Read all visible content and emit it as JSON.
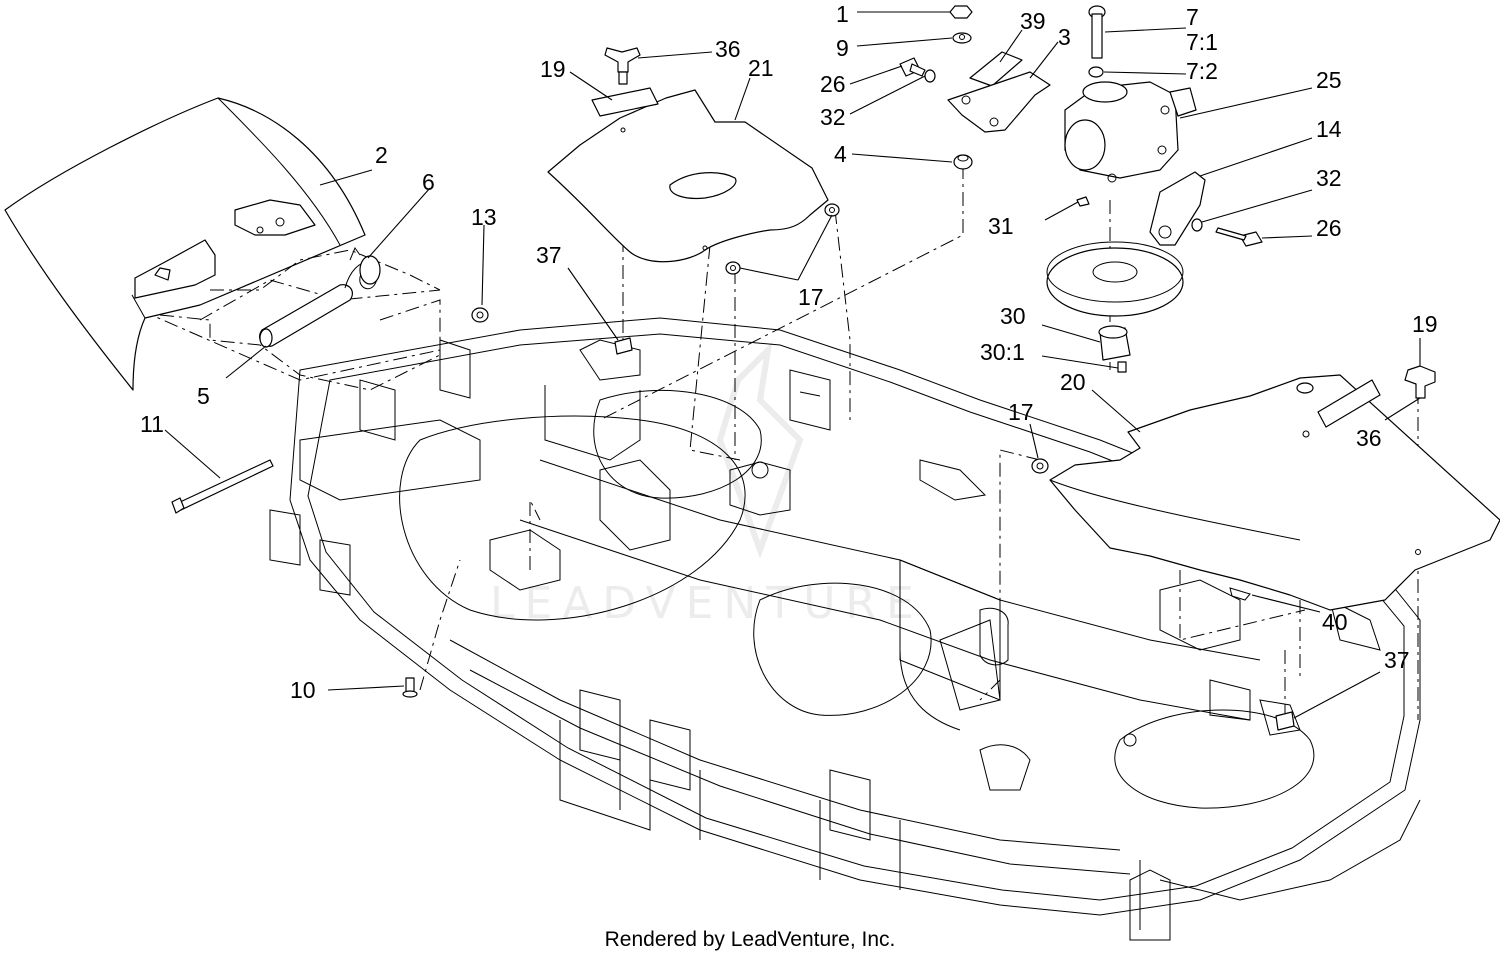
{
  "watermark": "LEADVENTURE",
  "credit": "Rendered by LeadVenture, Inc.",
  "callouts": {
    "c1": "1",
    "c9": "9",
    "c39": "39",
    "c3": "3",
    "c7": "7",
    "c7_1": "7:1",
    "c7_2": "7:2",
    "c26a": "26",
    "c32a": "32",
    "c25": "25",
    "c4": "4",
    "c14": "14",
    "c32b": "32",
    "c31": "31",
    "c26b": "26",
    "c36a": "36",
    "c19a": "19",
    "c21": "21",
    "c2": "2",
    "c6": "6",
    "c13": "13",
    "c37a": "37",
    "c17a": "17",
    "c5": "5",
    "c11": "11",
    "c30": "30",
    "c30_1": "30:1",
    "c19b": "19",
    "c20": "20",
    "c17b": "17",
    "c36b": "36",
    "c40": "40",
    "c37b": "37",
    "c10": "10"
  }
}
